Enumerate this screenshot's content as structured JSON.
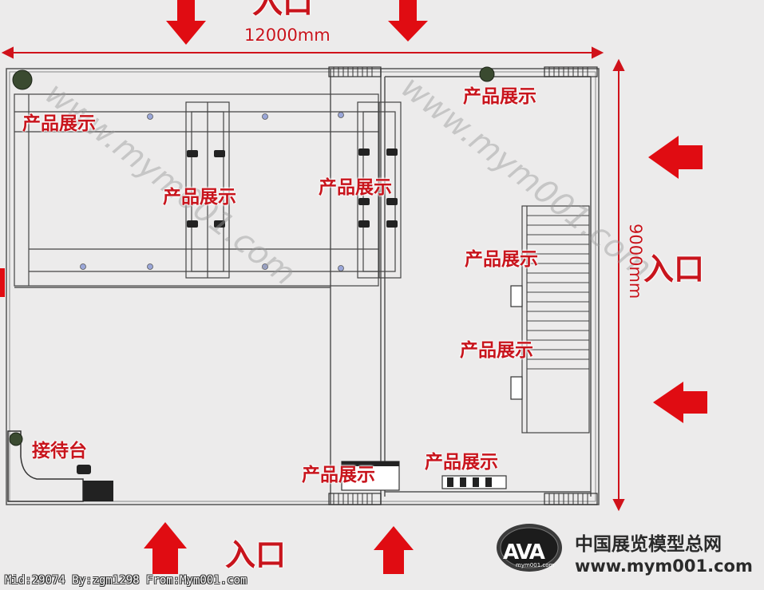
{
  "entrance_label": "入口",
  "dimensions": {
    "width": "12000mm",
    "depth": "9000mm"
  },
  "zones": {
    "display": "产品展示",
    "reception": "接待台"
  },
  "watermark": "www.mym001.com",
  "logo": {
    "mark": "AVA",
    "sub": "mym001.com"
  },
  "brand": {
    "name": "中国展览模型总网",
    "url": "www.mym001.com"
  },
  "footer": "Mid:29074 By:zgm1298 From:Mym001.com",
  "colors": {
    "accent": "#e00c12",
    "line": "#444444",
    "background": "#ecebeb"
  }
}
